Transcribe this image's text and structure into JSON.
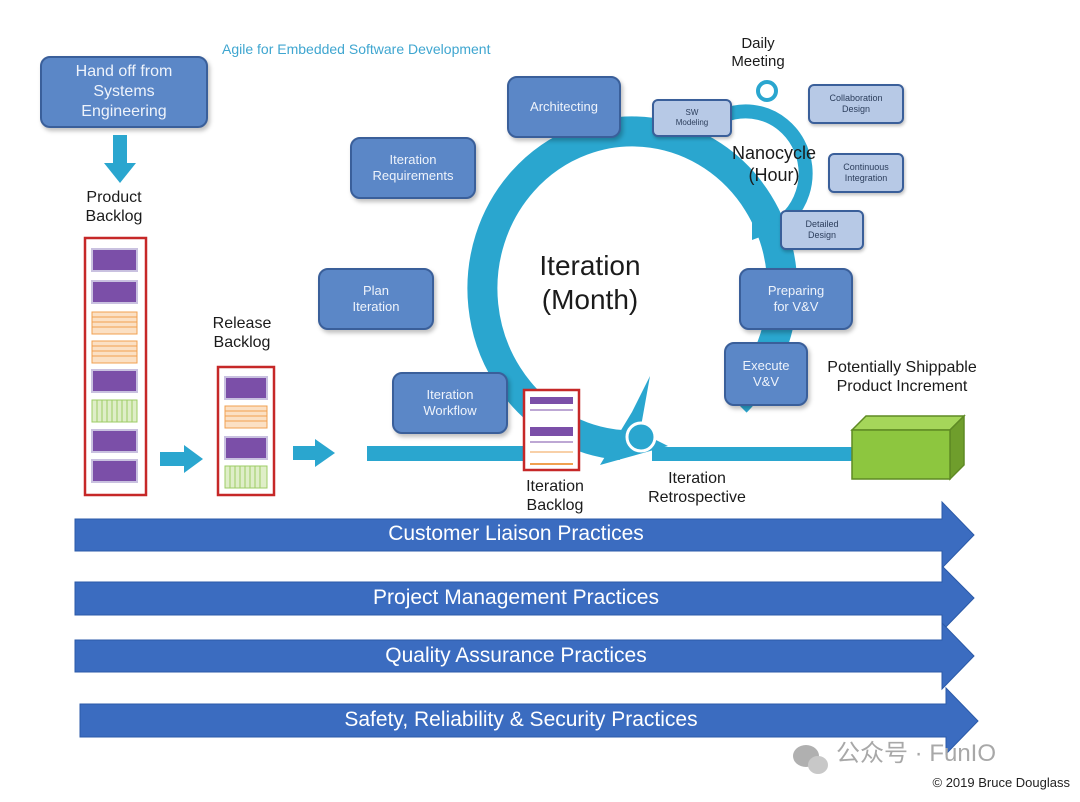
{
  "title": "Agile for Embedded Software Development",
  "handoff": "Hand off from\nSystems\nEngineering",
  "product_backlog": "Product\nBacklog",
  "release_backlog": "Release\nBacklog",
  "iteration_backlog": "Iteration\nBacklog",
  "iteration_center": "Iteration\n(Month)",
  "nanocycle_center": "Nanocycle\n(Hour)",
  "daily_meeting": "Daily\nMeeting",
  "iteration_retrospective": "Iteration\nRetrospective",
  "shippable": "Potentially Shippable\nProduct Increment",
  "cycle_steps": [
    "Plan\nIteration",
    "Iteration\nRequirements",
    "Architecting",
    "Preparing\nfor V&V",
    "Execute\nV&V",
    "Iteration\nWorkflow"
  ],
  "nano_steps": [
    "SW\nModeling",
    "Collaboration\nDesign",
    "Continuous\nIntegration",
    "Detailed\nDesign"
  ],
  "practices": [
    "Customer Liaison Practices",
    "Project Management Practices",
    "Quality Assurance Practices",
    "Safety, Reliability & Security Practices"
  ],
  "watermark": "公众号 · FunIO",
  "copyright": "© 2019 Bruce Douglass",
  "colors": {
    "cycle": "#2aa6cf",
    "box_fill": "#5b87c7",
    "band": "#3b6cc0",
    "backlog_border": "#c62828",
    "feature_purple": "#7b4fa8",
    "feature_orange": "#f0a050",
    "feature_green": "#9ccc65",
    "product": "#8dc63f"
  }
}
